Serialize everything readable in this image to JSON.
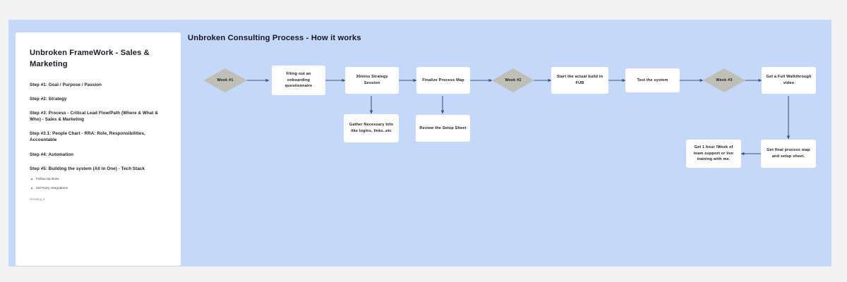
{
  "page": {
    "background_color": "#f2f2f2",
    "canvas_color": "#c6d8fa",
    "card_color": "#ffffff",
    "diamond_color": "#bfbfb6",
    "connector_color": "#3f5579"
  },
  "sidebar": {
    "title": "Unbroken FrameWork - Sales & Marketing",
    "steps": [
      "Step #1: Goal / Purpose / Passion",
      "Step #2: Strategy",
      "Step #3: Process - Critical Lead Flow/Path (Where & What & Who) - Sales & Marketing",
      "Step #3.1: People Chart - RRA: Role, Responsibilities, Accountable",
      "Step #4: Automation",
      "Step #5: Building the system (All In One) - Tech Stack"
    ],
    "bullets": [
      "Follow Up Boss",
      "3rd Party Integrations"
    ],
    "footnote": "Heading 3"
  },
  "flow": {
    "heading": "Unbroken Consulting Process - How it works",
    "nodes": [
      {
        "id": "week1",
        "type": "diamond",
        "label": "Week #1"
      },
      {
        "id": "onboarding",
        "type": "box",
        "label": "Filing out an onboarding questionnaire"
      },
      {
        "id": "strategy",
        "type": "box",
        "label": "30mins Strategy Session"
      },
      {
        "id": "finalize",
        "type": "box",
        "label": "Finalize Process Map"
      },
      {
        "id": "week2",
        "type": "diamond",
        "label": "Week #2"
      },
      {
        "id": "build",
        "type": "box",
        "label": "Start the actual build in FUB"
      },
      {
        "id": "test",
        "type": "box",
        "label": "Test the system"
      },
      {
        "id": "week3",
        "type": "diamond",
        "label": "Week #3"
      },
      {
        "id": "walkthrough",
        "type": "box",
        "label": "Get a Full Walkthrough video"
      },
      {
        "id": "gather",
        "type": "box",
        "label": "Gather Necessary Info like logins, links..etc"
      },
      {
        "id": "review",
        "type": "box",
        "label": "Review the Setup Sheet"
      },
      {
        "id": "support",
        "type": "box",
        "label": "Get 1 hour /Week of team support or live training with me."
      },
      {
        "id": "finalmap",
        "type": "box",
        "label": "Get final process map and setup sheet."
      }
    ]
  }
}
